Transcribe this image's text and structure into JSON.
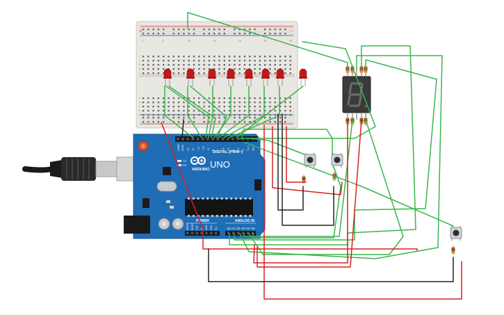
{
  "board": {
    "logo_text": "ARDUINO",
    "model": "UNO",
    "digital_header_label": "DIGITAL (PWM~)",
    "power_label": "POWER",
    "analog_label": "ANALOG IN",
    "aref_label": "AREF",
    "gnd_label": "GND",
    "tx_label": "TX",
    "rx_label": "RX",
    "digital_pins": [
      "13",
      "12",
      "~11",
      "~10",
      "~9",
      "8",
      "7",
      "~6",
      "~5",
      "4",
      "~3",
      "2",
      "TX 1",
      "RX 0"
    ],
    "power_pins": [
      "IOREF",
      "RESET",
      "3.3V",
      "5V",
      "GND",
      "GND",
      "Vin"
    ],
    "analog_pins": [
      "A0",
      "A1",
      "A2",
      "A3",
      "A4",
      "A5"
    ]
  },
  "breadboard": {
    "column_numbers": [
      "1",
      "",
      "",
      "",
      "5",
      "",
      "",
      "",
      "",
      "10",
      "",
      "",
      "",
      "",
      "15",
      "",
      "",
      "",
      "",
      "20",
      "",
      "",
      "",
      "",
      "25",
      "",
      "",
      "",
      "",
      "30"
    ],
    "row_letters_top": [
      "j",
      "i",
      "h",
      "g",
      "f"
    ],
    "row_letters_bottom": [
      "e",
      "d",
      "c",
      "b",
      "a"
    ],
    "rail_plus": "+",
    "rail_minus": "-"
  },
  "colors": {
    "wire_green": "#3ab54a",
    "wire_red": "#d62020",
    "wire_black": "#222222",
    "board_blue": "#1f6db5",
    "led_red": "#c41818",
    "breadboard": "#e8e6e1"
  }
}
